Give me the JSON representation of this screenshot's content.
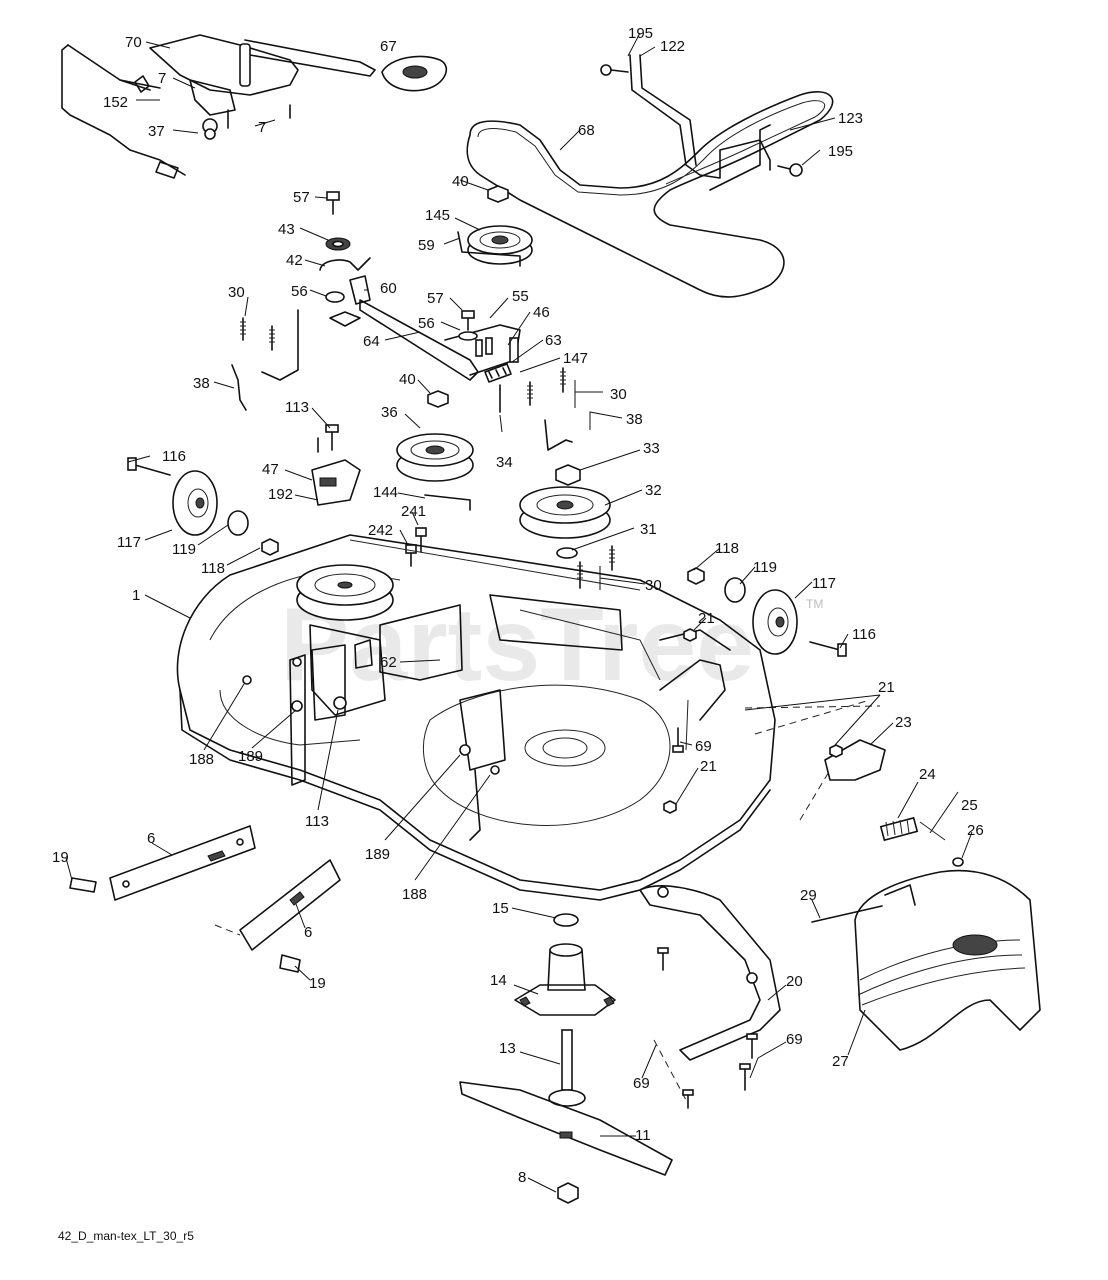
{
  "watermark": "PartsTree",
  "watermark_tm": "TM",
  "drawing_code": "42_D_man-tex_LT_30_r5",
  "labels": {
    "l70": "70",
    "l67": "67",
    "l7a": "7",
    "l7b": "7",
    "l152": "152",
    "l37": "37",
    "l195a": "195",
    "l122": "122",
    "l123": "123",
    "l195b": "195",
    "l68": "68",
    "l57a": "57",
    "l43": "43",
    "l42": "42",
    "l60": "60",
    "l56a": "56",
    "l30a": "30",
    "l64": "64",
    "l38a": "38",
    "l113a": "113",
    "l40a": "40",
    "l145": "145",
    "l59": "59",
    "l57b": "57",
    "l55": "55",
    "l56b": "56",
    "l46": "46",
    "l63": "63",
    "l147": "147",
    "l40b": "40",
    "l30b": "30",
    "l36": "36",
    "l38b": "38",
    "l34": "34",
    "l33": "33",
    "l116a": "116",
    "l47": "47",
    "l192": "192",
    "l144": "144",
    "l32": "32",
    "l117a": "117",
    "l119a": "119",
    "l118a": "118",
    "l241": "241",
    "l242": "242",
    "l31": "31",
    "l1": "1",
    "l118b": "118",
    "l119b": "119",
    "l117b": "117",
    "l30c": "30",
    "l21a": "21",
    "l116b": "116",
    "l62": "62",
    "l21b": "21",
    "l23": "23",
    "l69a": "69",
    "l188a": "188",
    "l189a": "189",
    "l113b": "113",
    "l24": "24",
    "l21c": "21",
    "l25": "25",
    "l26": "26",
    "l6a": "6",
    "l19a": "19",
    "l189b": "189",
    "l188b": "188",
    "l29": "29",
    "l15": "15",
    "l6b": "6",
    "l19b": "19",
    "l14": "14",
    "l20": "20",
    "l27": "27",
    "l13": "13",
    "l69b": "69",
    "l69c": "69",
    "l11": "11",
    "l8": "8"
  }
}
